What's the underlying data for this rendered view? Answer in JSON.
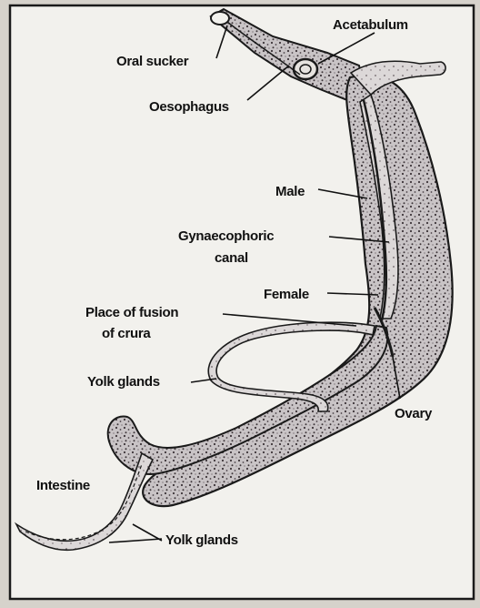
{
  "labels": {
    "oral_sucker": "Oral sucker",
    "acetabulum": "Acetabulum",
    "oesophagus": "Oesophagus",
    "male": "Male",
    "gynaecophoric_1": "Gynaecophoric",
    "gynaecophoric_2": "canal",
    "female": "Female",
    "fusion_1": "Place of fusion",
    "fusion_2": "of crura",
    "yolk_glands_upper": "Yolk glands",
    "ovary": "Ovary",
    "intestine": "Intestine",
    "yolk_glands_lower": "Yolk glands"
  }
}
